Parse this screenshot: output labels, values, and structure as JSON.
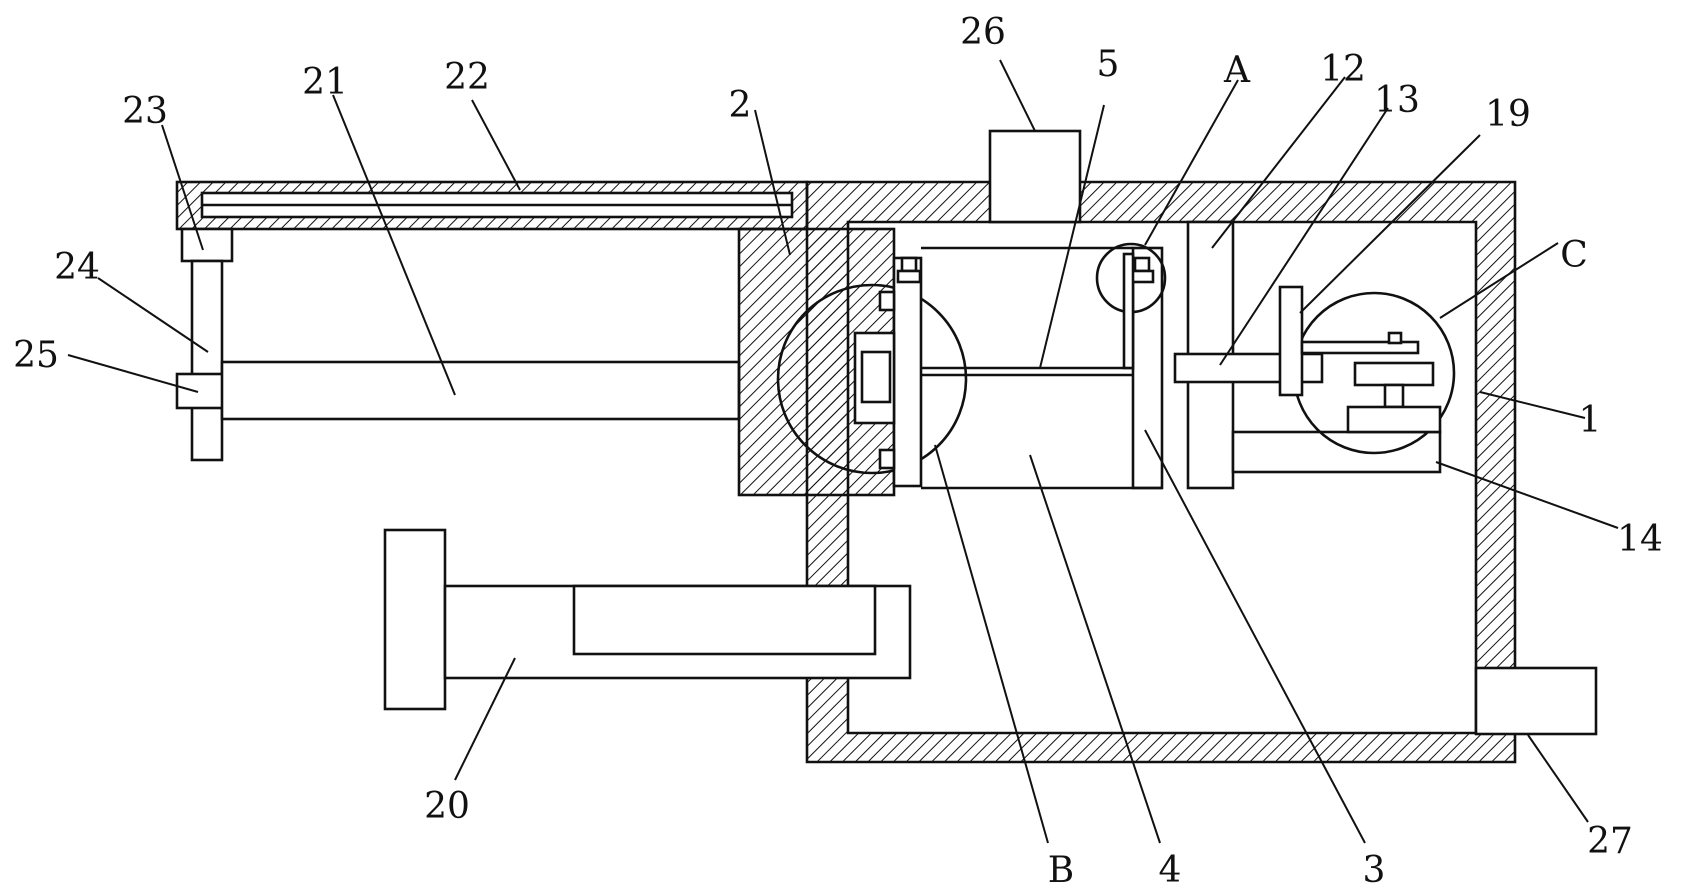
{
  "labels": {
    "l1": "1",
    "l2": "2",
    "l3": "3",
    "l4": "4",
    "l5": "5",
    "l12": "12",
    "l13": "13",
    "l14": "14",
    "l19": "19",
    "l20": "20",
    "l21": "21",
    "l22": "22",
    "l23": "23",
    "l24": "24",
    "l25": "25",
    "l26": "26",
    "l27": "27",
    "lA": "A",
    "lB": "B",
    "lC": "C"
  }
}
